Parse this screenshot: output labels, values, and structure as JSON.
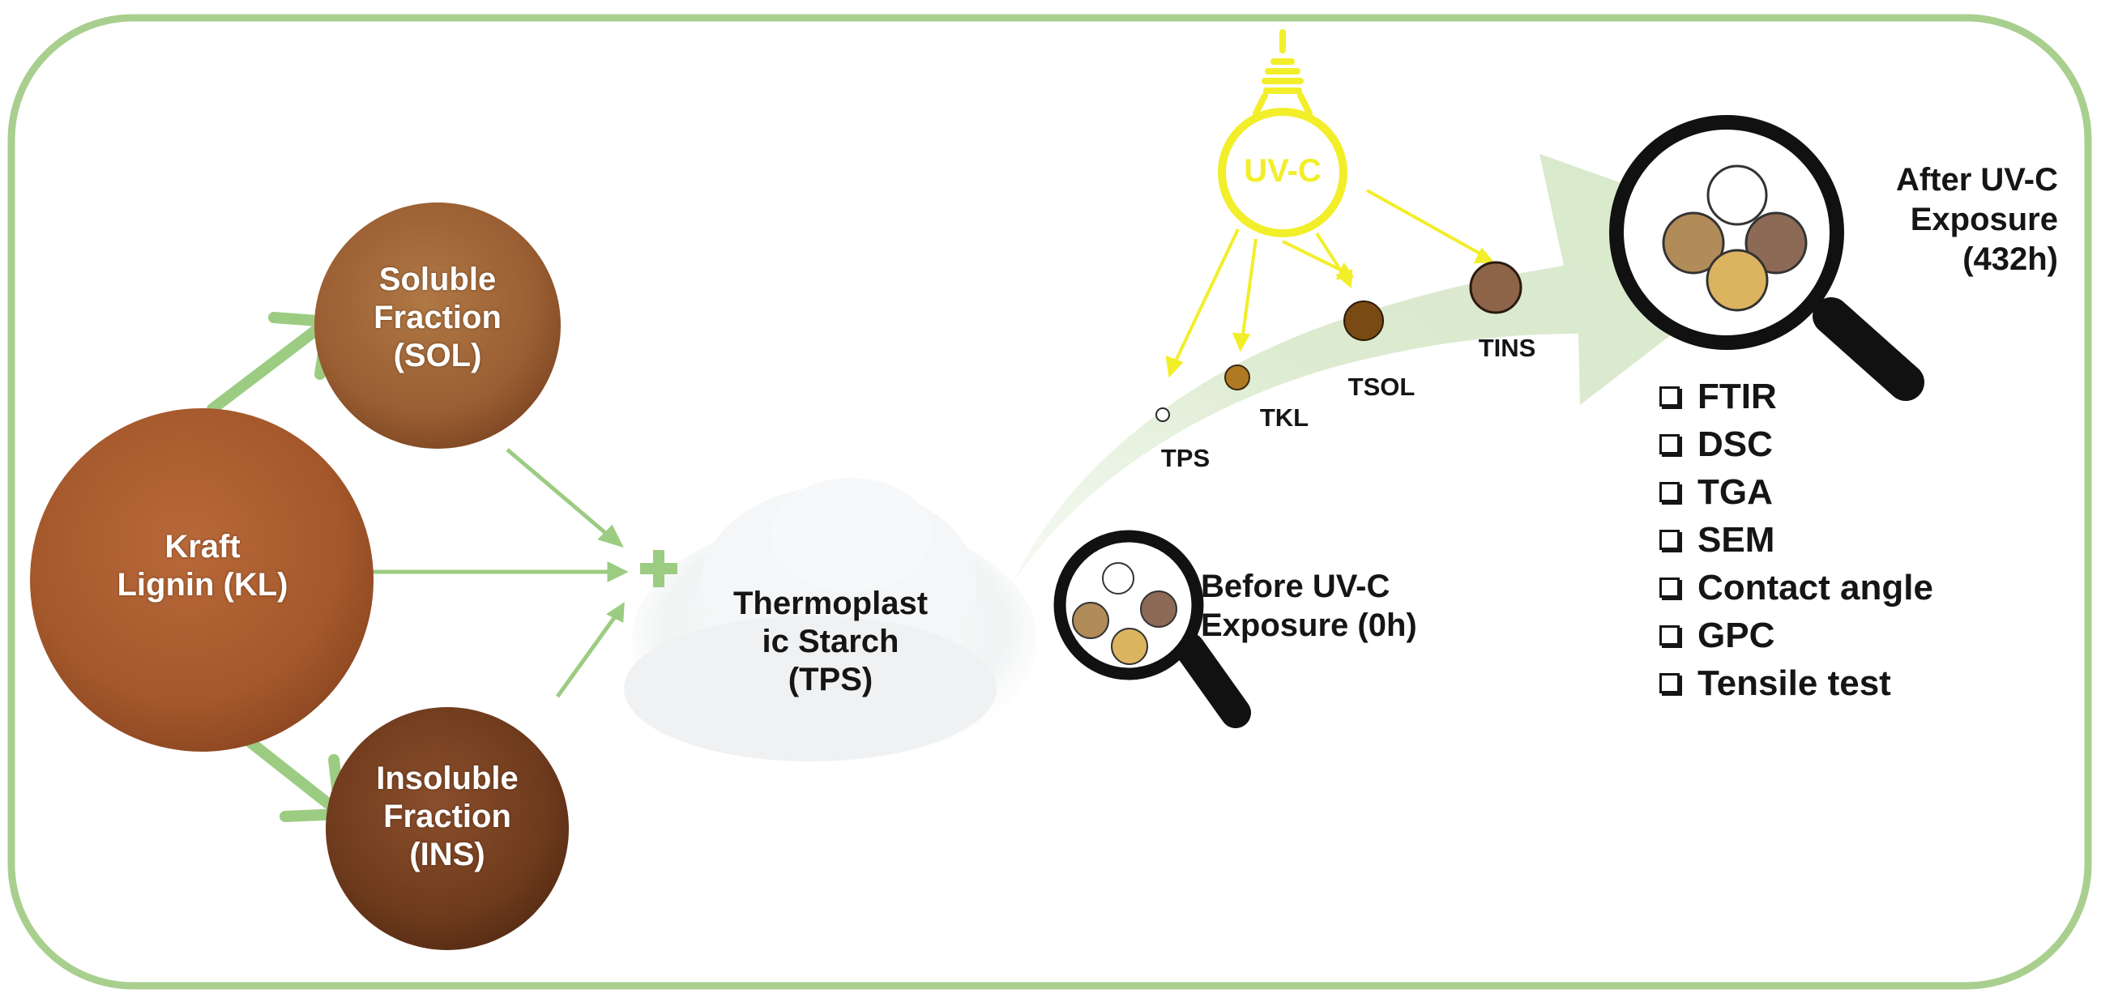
{
  "colors": {
    "frame": "#a9cf8f",
    "green_arrow": "#9ccc82",
    "big_arrow": "#dcebd0",
    "uv_yellow": "#f2ee2a",
    "lignin_brown": "#a4582b",
    "soluble_brown": "#9a5e32",
    "insoluble_brown": "#6f3b1d",
    "text_dark": "#151515"
  },
  "materials": {
    "kraft_lignin": "Kraft\nLignin (KL)",
    "soluble": "Soluble\nFraction\n(SOL)",
    "insoluble": "Insoluble\nFraction\n(INS)",
    "tps": "Thermoplast\nic Starch\n(TPS)",
    "plus_symbol": "+"
  },
  "uv": {
    "bulb_label": "UV-C",
    "samples": [
      "TPS",
      "TKL",
      "TSOL",
      "TINS"
    ]
  },
  "magnifiers": {
    "before": "Before UV-C\nExposure (0h)",
    "after": "After UV-C\nExposure\n(432h)"
  },
  "analyses": [
    "FTIR",
    "DSC",
    "TGA",
    "SEM",
    "Contact angle",
    "GPC",
    "Tensile test"
  ]
}
